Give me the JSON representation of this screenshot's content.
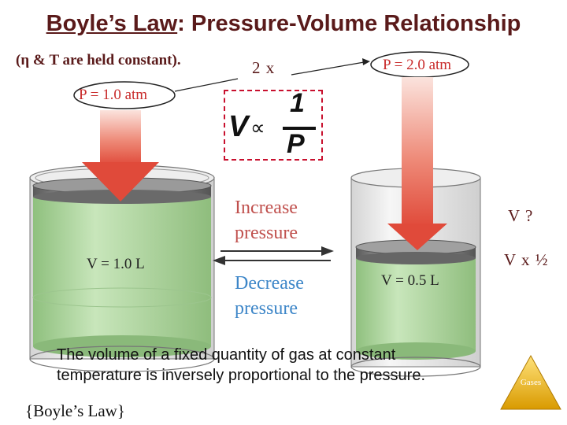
{
  "title": {
    "main": "Boyle’s Law",
    "rest": ": Pressure-Volume Relationship"
  },
  "subtitle": "(η & T are held constant).",
  "factor_label": "2 x",
  "pressure_left": "P = 1.0 atm",
  "pressure_right": "P = 2.0 atm",
  "formula": {
    "lhs": "V",
    "symbol": "∝",
    "numerator": "1",
    "denominator": "P"
  },
  "increase_label": [
    "Increase",
    "pressure"
  ],
  "decrease_label": [
    "Decrease",
    "pressure"
  ],
  "volume_left": "V = 1.0 L",
  "volume_right": "V = 0.5 L",
  "question_label": "V ?",
  "half_label": "V x ½",
  "statement": [
    "The volume of a fixed quantity of gas at constant",
    "temperature is inversely proportional to the pressure."
  ],
  "footer": "{Boyle’s Law}",
  "badge": "Gases",
  "colors": {
    "title": "#5a1a1a",
    "arrow_red": "#e0584a",
    "increase": "#c0504d",
    "decrease": "#3d86c8",
    "gas_green": "#b5d9a6",
    "formula_border": "#c8102e",
    "badge": "#e0a800"
  }
}
